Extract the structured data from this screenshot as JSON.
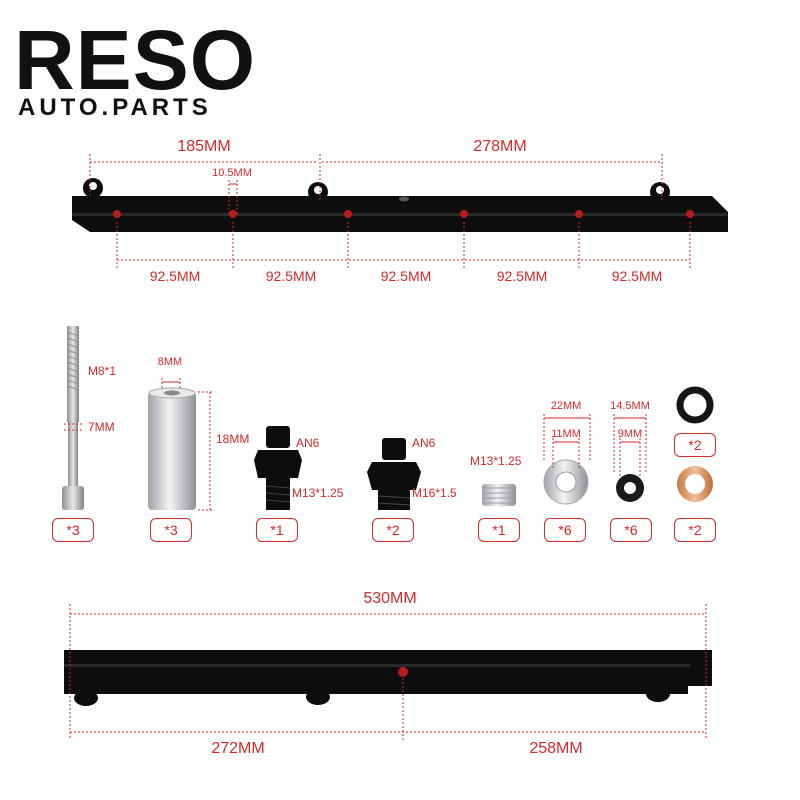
{
  "brand": {
    "name": "RESO",
    "tagline": "AUTO.PARTS"
  },
  "rail_top": {
    "span_left": "185MM",
    "span_right": "278MM",
    "hole_diameter": "10.5MM",
    "spacings": [
      "92.5MM",
      "92.5MM",
      "92.5MM",
      "92.5MM",
      "92.5MM"
    ]
  },
  "parts": {
    "bolt": {
      "thread": "M8*1",
      "diameter": "7MM",
      "qty": "*3"
    },
    "spacer": {
      "inner": "8MM",
      "length": "18MM",
      "qty": "*3"
    },
    "fitting_a": {
      "size": "AN6",
      "thread": "M13*1.25",
      "qty": "*1"
    },
    "fitting_b": {
      "size": "AN6",
      "thread": "M16*1.5",
      "qty": "*2"
    },
    "insert": {
      "thread": "M13*1.25",
      "qty": "*1"
    },
    "washer_alu": {
      "outer": "22MM",
      "inner": "11MM",
      "qty": "*6"
    },
    "washer_rubber": {
      "outer": "14.5MM",
      "inner": "9MM",
      "qty": "*6"
    },
    "oring": {
      "qty": "*2"
    },
    "washer_copper": {
      "qty": "*2"
    }
  },
  "rail_bottom": {
    "total": "530MM",
    "left": "272MM",
    "right": "258MM"
  },
  "colors": {
    "dimension": "#d32a2a",
    "rail": "#0d0d0d",
    "aluminium": "#c9ccd0",
    "copper": "#d89a6a"
  }
}
